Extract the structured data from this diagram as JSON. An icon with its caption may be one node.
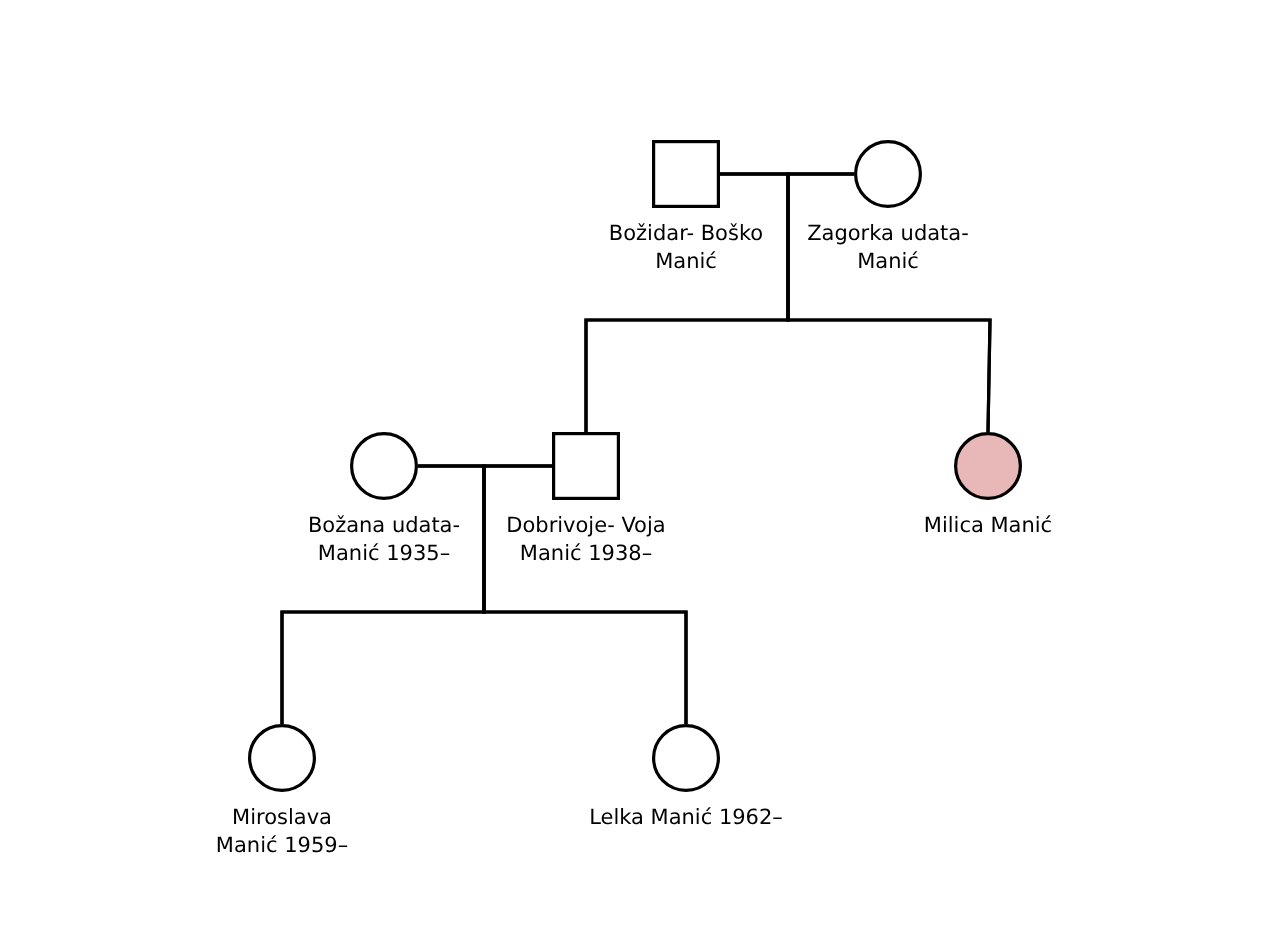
{
  "diagram": {
    "nodes": [
      {
        "text": [],
        "shape": "box",
        "beside": [
          "Božidar- Boško Manić"
        ]
      },
      {
        "text": [],
        "shape": "circle",
        "beside": [
          "Zagorka udata-Manić"
        ]
      },
      {
        "text": [],
        "shape": "circle",
        "beside": [
          "Božana udata-Manić 1935–"
        ]
      },
      {
        "text": [],
        "shape": "box",
        "beside": [
          "Dobrivoje- Voja Manić 1938–"
        ]
      },
      {
        "text": [],
        "shape": "circle",
        "beside": [
          "Milica Manić"
        ]
      },
      {
        "text": [],
        "shape": "circle",
        "beside": [
          "Miroslava Manić 1959–"
        ]
      },
      {
        "text": [],
        "shape": "circle",
        "beside": [
          "Lelka Manić 1962–"
        ]
      }
    ],
    "edges": [
      {
        "from": 0,
        "to": 1,
        "arrow": "none"
      },
      {
        "from": 0,
        "to": 3,
        "arrow": "none"
      },
      {
        "from": 1,
        "to": 3,
        "arrow": "none"
      },
      {
        "from": 0,
        "to": 4,
        "arrow": "none"
      },
      {
        "from": 1,
        "to": 4,
        "arrow": "none"
      },
      {
        "from": 2,
        "to": 3,
        "arrow": "none"
      },
      {
        "from": 2,
        "to": 5,
        "arrow": "none"
      },
      {
        "from": 3,
        "to": 5,
        "arrow": "none"
      },
      {
        "from": 2,
        "to": 6,
        "arrow": "none"
      },
      {
        "from": 3,
        "to": 6,
        "arrow": "none"
      }
    ]
  }
}
